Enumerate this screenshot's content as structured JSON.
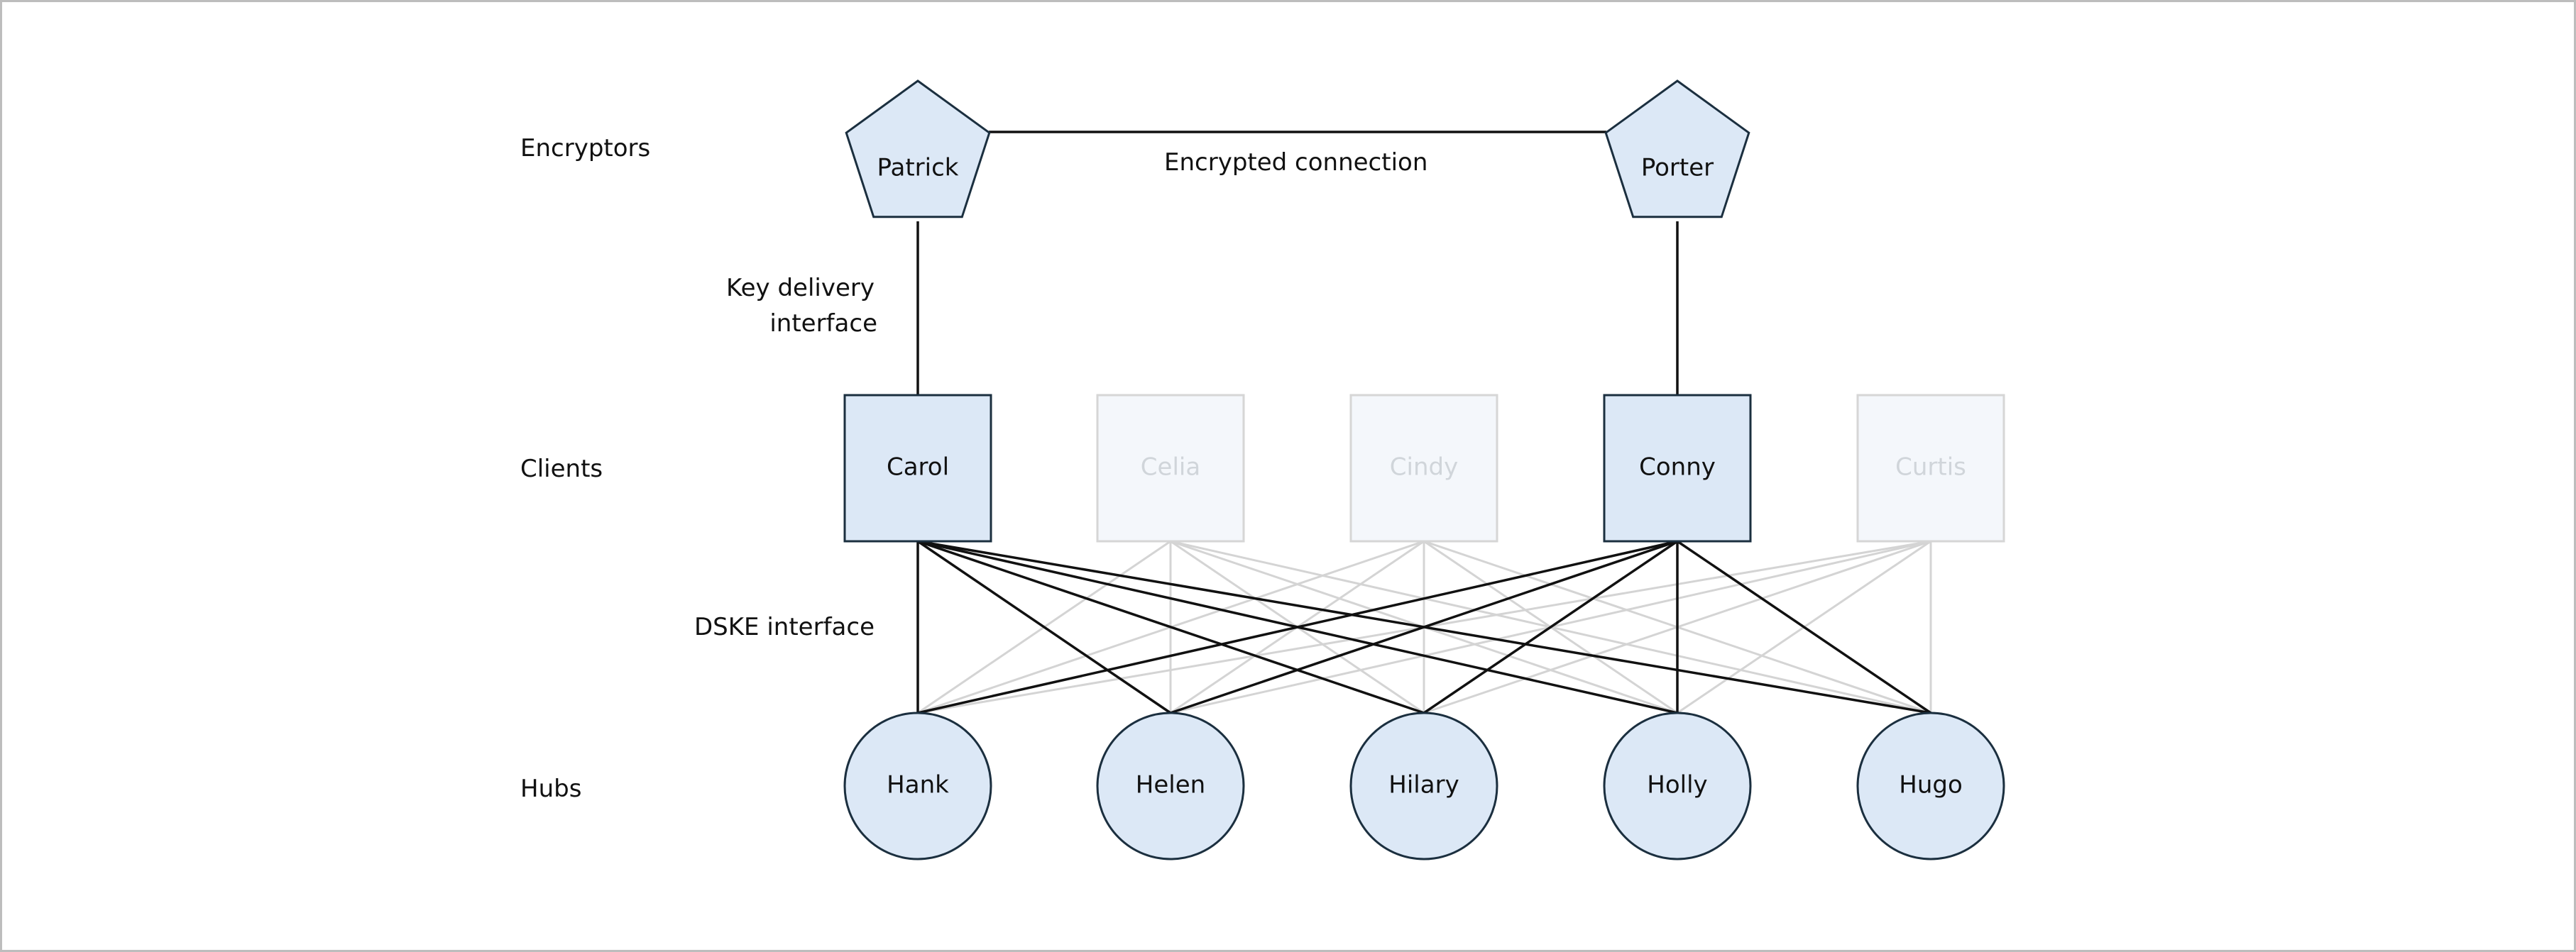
{
  "row_labels": {
    "encryptors": "Encryptors",
    "clients": "Clients",
    "hubs": "Hubs"
  },
  "edge_labels": {
    "encrypted_connection": "Encrypted connection",
    "key_delivery_line1": "Key delivery",
    "key_delivery_line2": "interface",
    "dske_interface": "DSKE interface"
  },
  "encryptors": [
    {
      "id": "patrick",
      "label": "Patrick"
    },
    {
      "id": "porter",
      "label": "Porter"
    }
  ],
  "clients": [
    {
      "id": "carol",
      "label": "Carol",
      "active": true
    },
    {
      "id": "celia",
      "label": "Celia",
      "active": false
    },
    {
      "id": "cindy",
      "label": "Cindy",
      "active": false
    },
    {
      "id": "conny",
      "label": "Conny",
      "active": true
    },
    {
      "id": "curtis",
      "label": "Curtis",
      "active": false
    }
  ],
  "hubs": [
    {
      "id": "hank",
      "label": "Hank"
    },
    {
      "id": "helen",
      "label": "Helen"
    },
    {
      "id": "hilary",
      "label": "Hilary"
    },
    {
      "id": "holly",
      "label": "Holly"
    },
    {
      "id": "hugo",
      "label": "Hugo"
    }
  ],
  "connections": {
    "encrypted": [
      "patrick",
      "porter"
    ],
    "key_delivery": [
      [
        "patrick",
        "carol"
      ],
      [
        "porter",
        "conny"
      ]
    ],
    "client_hub": "all-clients-to-all-hubs"
  },
  "colors": {
    "node_fill": "#dce8f6",
    "node_stroke": "#1b2f3f",
    "inactive_fill": "#f4f7fb",
    "inactive_stroke": "#d6d6d6",
    "active_edge": "#111111",
    "inactive_edge": "#d4d4d4"
  }
}
